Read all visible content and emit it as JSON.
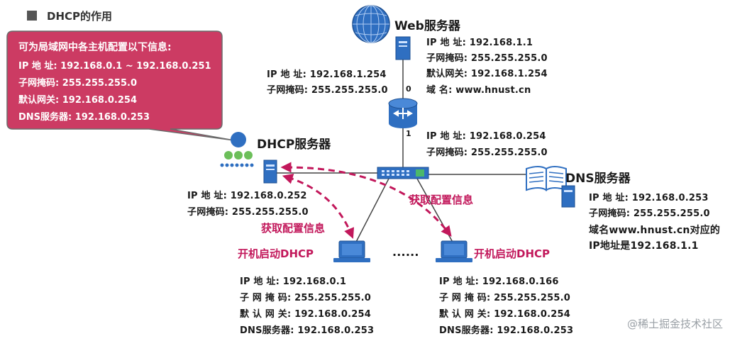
{
  "title": "DHCP的作用",
  "callout": {
    "heading": "可为局域网中各主机配置以下信息:",
    "ip": "IP 地    址: 192.168.0.1 ~ 192.168.0.251",
    "mask": "子网掩码: 255.255.255.0",
    "gateway": "默认网关: 192.168.0.254",
    "dns": "DNS服务器: 192.168.0.253"
  },
  "web_server": {
    "label": "Web服务器",
    "ip": "IP 地  址: 192.168.1.1",
    "mask": "子网掩码: 255.255.255.0",
    "gateway": "默认网关: 192.168.1.254",
    "domain": "域        名: www.hnust.cn"
  },
  "router": {
    "port0_ip": "IP 地  址: 192.168.1.254",
    "port0_mask": "子网掩码: 255.255.255.0",
    "port0": "0",
    "port1": "1",
    "port1_ip": "IP 地  址: 192.168.0.254",
    "port1_mask": "子网掩码: 255.255.255.0"
  },
  "dhcp_server": {
    "label": "DHCP服务器",
    "ip": "IP 地  址: 192.168.0.252",
    "mask": "子网掩码: 255.255.255.0"
  },
  "dns_server": {
    "label": "DNS服务器",
    "ip": "IP 地  址: 192.168.0.253",
    "mask": "子网掩码: 255.255.255.0",
    "note1": "域名www.hnust.cn对应的",
    "note2": "IP地址是192.168.1.1"
  },
  "arrows": {
    "left_label": "获取配置信息",
    "right_label": "获取配置信息"
  },
  "host_left": {
    "label": "开机启动DHCP",
    "ip": "IP  地    址: 192.168.0.1",
    "mask": "子 网 掩 码: 255.255.255.0",
    "gateway": "默 认 网 关: 192.168.0.254",
    "dns": "DNS服务器: 192.168.0.253"
  },
  "host_right": {
    "label": "开机启动DHCP",
    "ip": "IP  地    址: 192.168.0.166",
    "mask": "子 网 掩 码: 255.255.255.0",
    "gateway": "默 认 网 关: 192.168.0.254",
    "dns": "DNS服务器: 192.168.0.253"
  },
  "ellipsis": "......",
  "watermark": "@稀土掘金技术社区",
  "colors": {
    "callout_bg": "#cc3b63",
    "arrow": "#c2185b",
    "device_blue": "#2f6fc1",
    "line": "#444444"
  }
}
